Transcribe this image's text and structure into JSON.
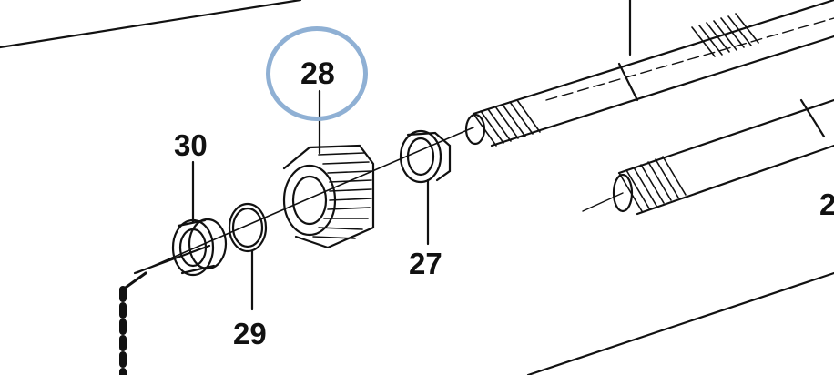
{
  "callouts": {
    "part_28": "28",
    "part_30": "30",
    "part_27": "27",
    "part_29": "29",
    "part_edge": "2"
  },
  "colors": {
    "line": "#111111",
    "highlight": "#8fb0d4",
    "background": "#ffffff"
  },
  "highlighted_part": "28"
}
